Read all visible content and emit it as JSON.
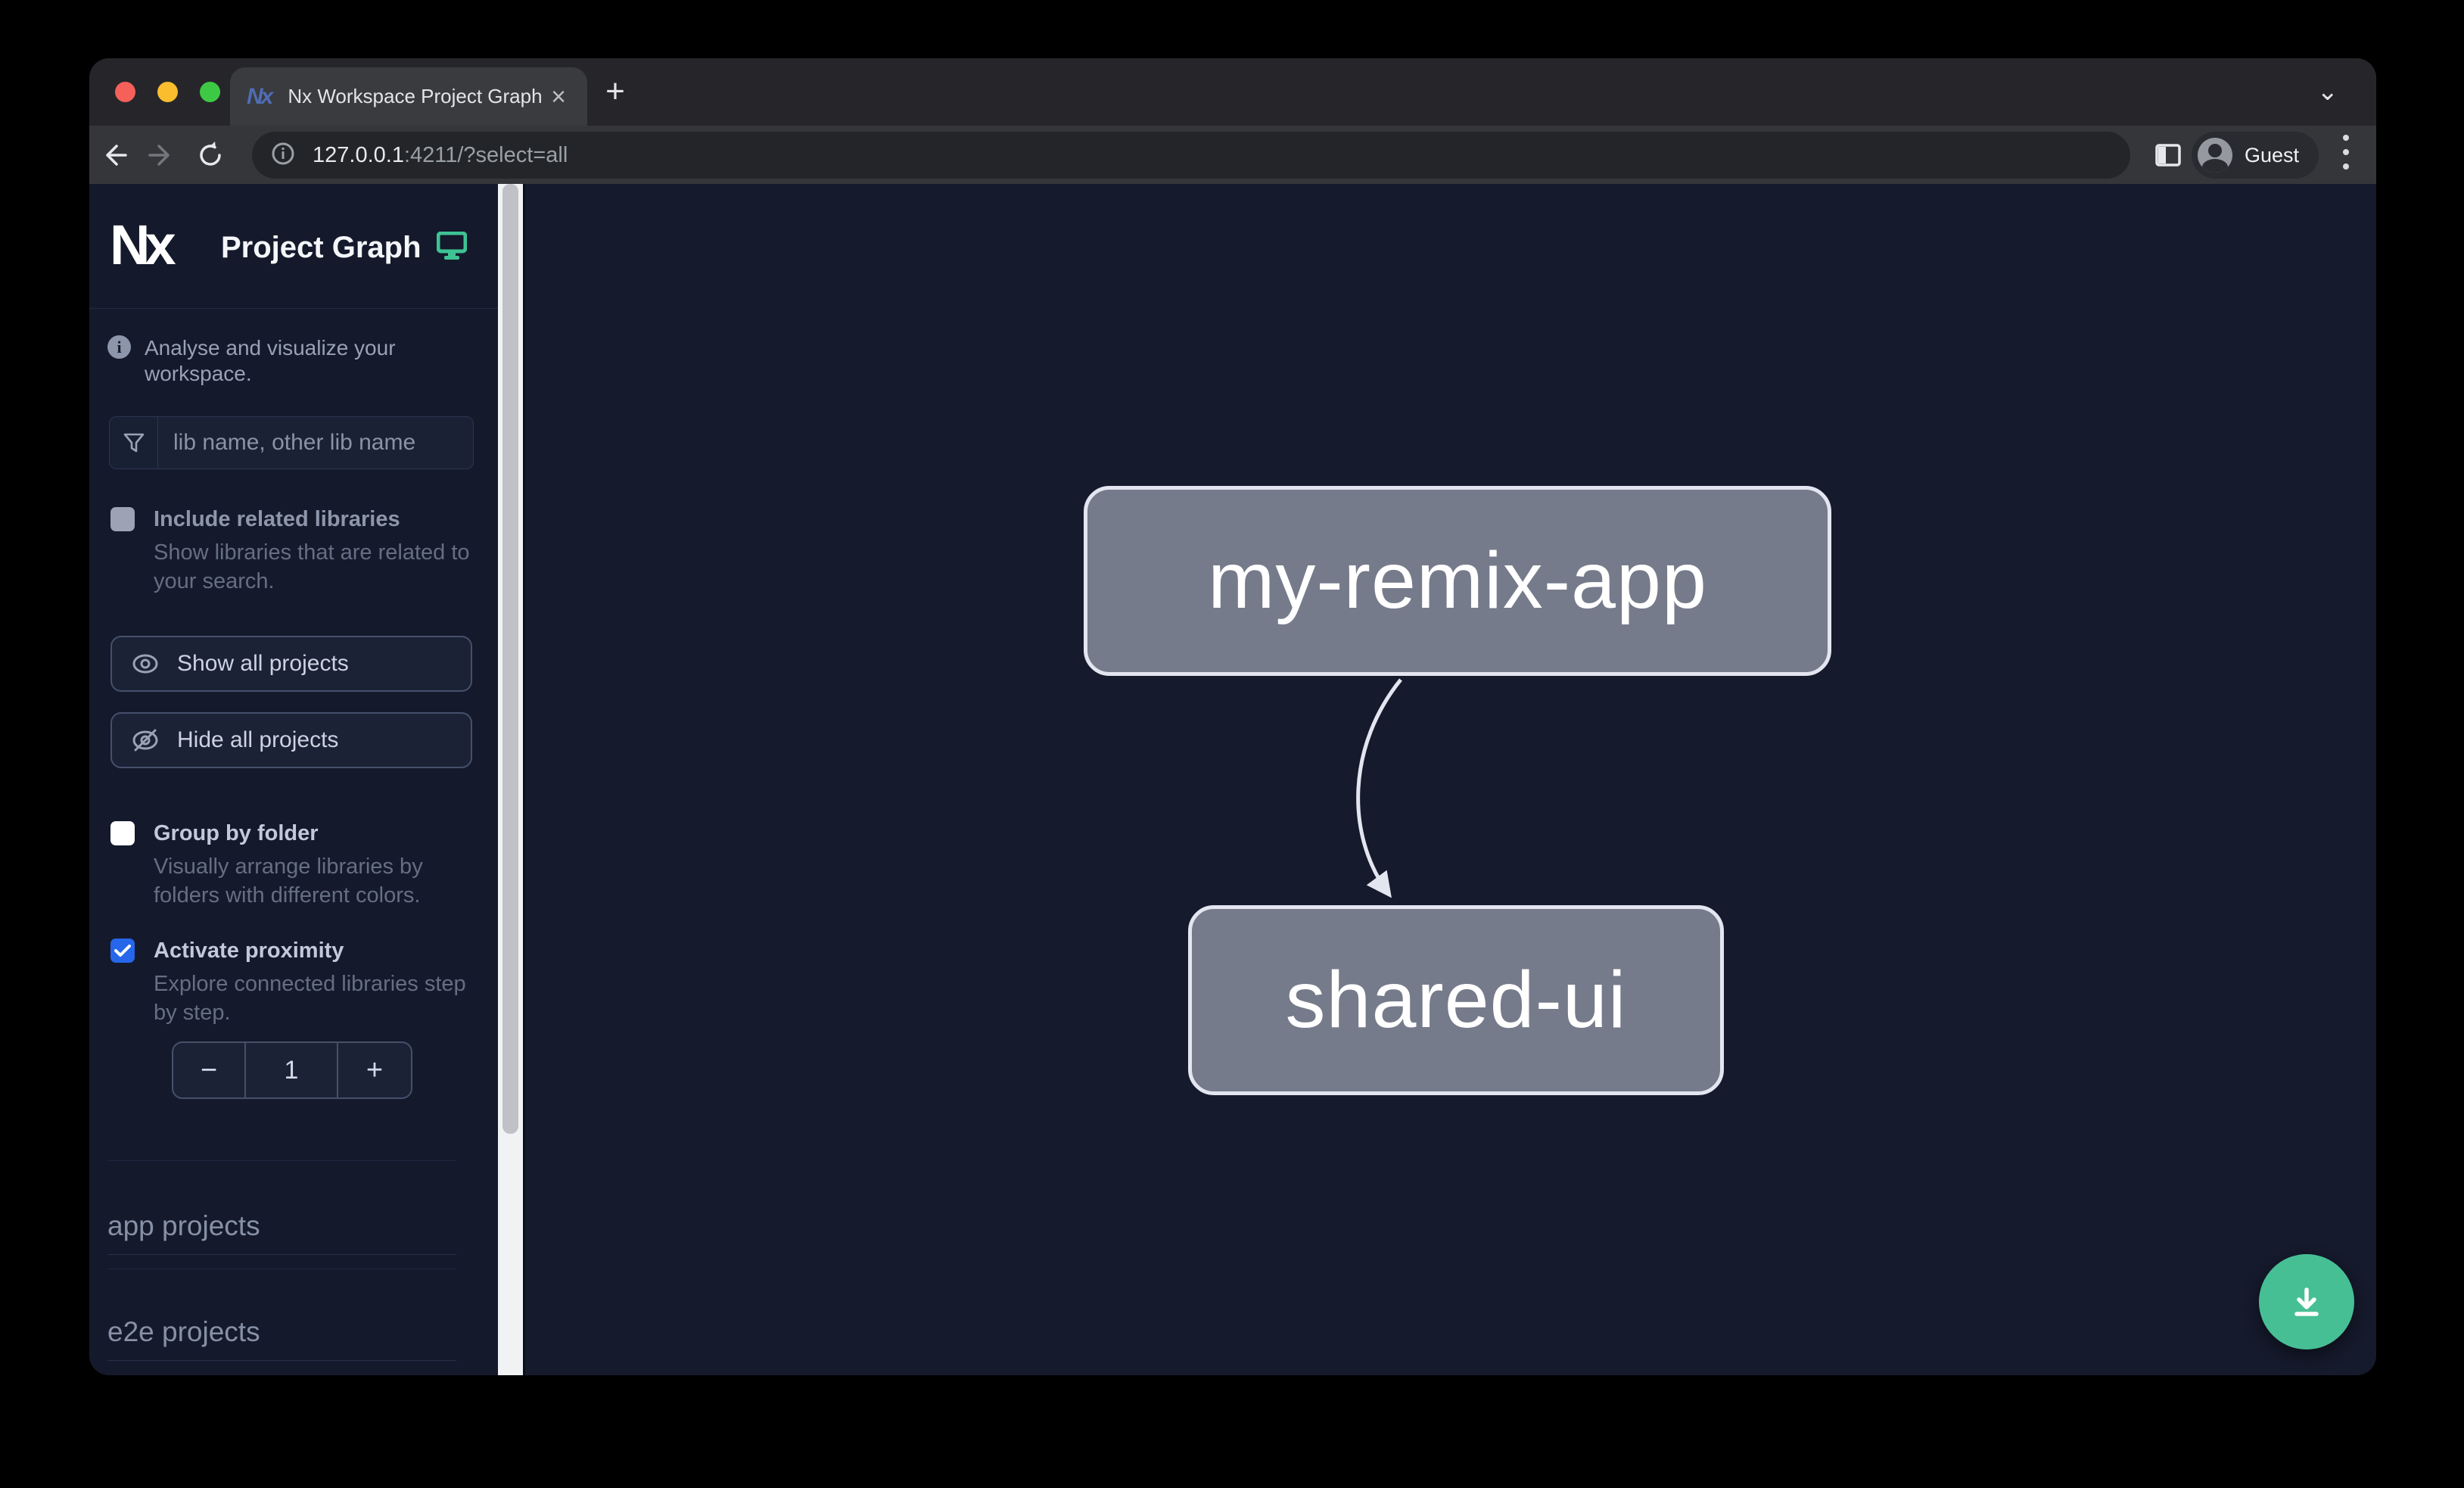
{
  "browser": {
    "tab_title": "Nx Workspace Project Graph",
    "tab_close": "×",
    "new_tab": "+",
    "strip_chevron": "⌄",
    "url_host": "127.0.0.1",
    "url_rest": ":4211/?select=all",
    "profile_label": "Guest"
  },
  "sidebar": {
    "logo_text": "Nx",
    "title": "Project Graph",
    "tagline_icon": "i",
    "tagline": "Analyse and visualize your workspace.",
    "search_placeholder": "lib name, other lib name",
    "search_value": "",
    "include_related": {
      "label": "Include related libraries",
      "description": "Show libraries that are related to your search.",
      "checked": false,
      "disabled": true
    },
    "show_all_label": "Show all projects",
    "hide_all_label": "Hide all projects",
    "group_by_folder": {
      "label": "Group by folder",
      "description": "Visually arrange libraries by folders with different colors.",
      "checked": false
    },
    "activate_proximity": {
      "label": "Activate proximity",
      "description": "Explore connected libraries step by step.",
      "checked": true
    },
    "stepper": {
      "decrement": "−",
      "value": "1",
      "increment": "+"
    },
    "sections": [
      {
        "label": "app projects"
      },
      {
        "label": "e2e projects"
      }
    ]
  },
  "graph": {
    "nodes": [
      {
        "label": "my-remix-app"
      },
      {
        "label": "shared-ui"
      }
    ],
    "edges": [
      {
        "from": "my-remix-app",
        "to": "shared-ui"
      }
    ]
  },
  "colors": {
    "brand_teal": "#3ec394",
    "fab_green": "#47bf95",
    "checkbox_blue": "#2666eb",
    "node_fill": "#767b8b",
    "node_border": "#e3e6f0",
    "sidebar_bg": "#141a2b",
    "graph_bg": "#151a2c"
  }
}
